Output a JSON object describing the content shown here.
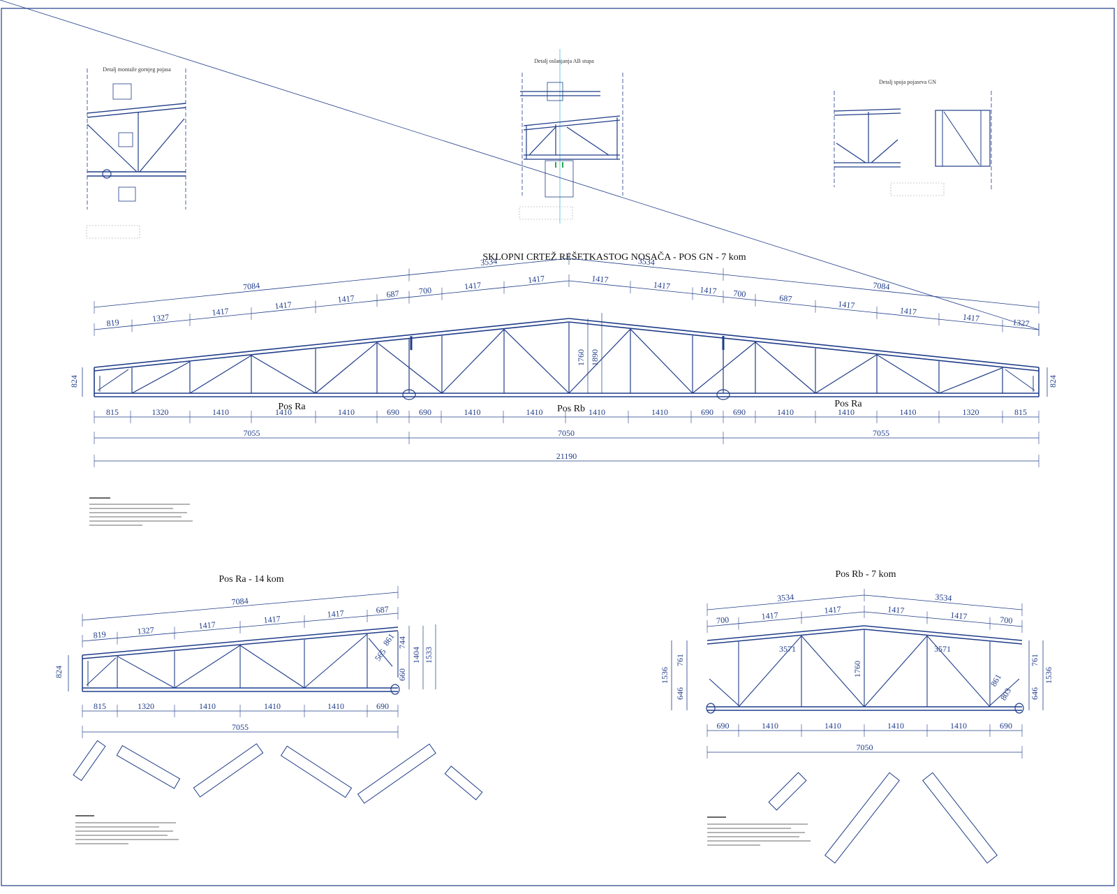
{
  "colors": {
    "line": "#1f3c88",
    "text": "#111111",
    "dim": "#1f3c88",
    "accent": "#2aa84a"
  },
  "details": {
    "left_title": "Detalj montaže gornjeg pojasa",
    "center_title": "Detalj oslanjanja AB stupa",
    "right_title": "Detalj spoja pojaseva GN"
  },
  "main": {
    "title": "SKLOPNI CRTEŽ REŠETKASTOG NOSAČA - POS GN - 7 kom",
    "top_overall": [
      "7084",
      "3534",
      "3534",
      "7084"
    ],
    "top_segments": [
      "819",
      "1327",
      "1417",
      "1417",
      "1417",
      "687",
      "700",
      "1417",
      "1417",
      "1417",
      "1417",
      "1417",
      "700",
      "687",
      "1417",
      "1417",
      "1417",
      "1327",
      "819"
    ],
    "height": "824",
    "center_heights": [
      "1760",
      "1890"
    ],
    "labels": {
      "pos_ra_left": "Pos Ra",
      "pos_rb": "Pos Rb",
      "pos_ra_right": "Pos Ra"
    },
    "bottom_segments": [
      "815",
      "1320",
      "1410",
      "1410",
      "1410",
      "690",
      "690",
      "1410",
      "1410",
      "1410",
      "1410",
      "690",
      "690",
      "1410",
      "1410",
      "1410",
      "1320",
      "815"
    ],
    "bottom_parts": [
      "7055",
      "7050",
      "7055"
    ],
    "total": "21190"
  },
  "pos_ra": {
    "title": "Pos Ra - 14 kom",
    "top_overall": "7084",
    "top_segments": [
      "819",
      "1327",
      "1417",
      "1417",
      "1417",
      "687"
    ],
    "right_dims": [
      "861",
      "565",
      "744",
      "1404",
      "1533",
      "660"
    ],
    "height": "824",
    "bottom_segments": [
      "815",
      "1320",
      "1410",
      "1410",
      "1410",
      "690"
    ],
    "total": "7055"
  },
  "pos_rb": {
    "title": "Pos Rb - 7 kom",
    "top_overall": [
      "3534",
      "3534"
    ],
    "top_segments": [
      "700",
      "1417",
      "1417",
      "1417",
      "1417",
      "700"
    ],
    "side_dims": [
      "1536",
      "761",
      "646"
    ],
    "inner_dims": [
      "3571",
      "3571",
      "1760",
      "861",
      "803"
    ],
    "bottom_segments": [
      "690",
      "1410",
      "1410",
      "1410",
      "1410",
      "690"
    ],
    "total": "7050"
  }
}
